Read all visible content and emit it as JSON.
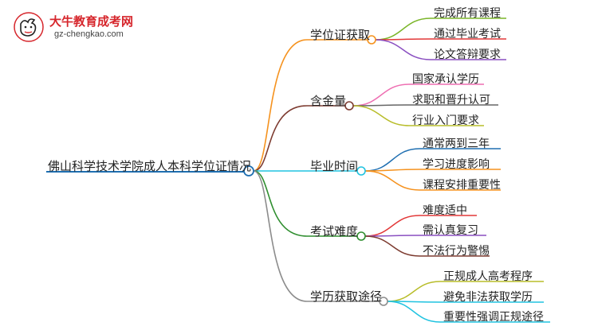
{
  "logo": {
    "name": "大牛教育成考网",
    "url": "gz-chengkao.com"
  },
  "root": {
    "label": "佛山科学技术学院成人本科学位证情况"
  },
  "branches": [
    {
      "label": "学位证获取",
      "color": "#f5921e",
      "children": [
        {
          "label": "完成所有课程",
          "color": "#7ab528"
        },
        {
          "label": "通过毕业考试",
          "color": "#e23838"
        },
        {
          "label": "论文答辩要求",
          "color": "#8a4fc1"
        }
      ]
    },
    {
      "label": "含金量",
      "color": "#7d3b30",
      "children": [
        {
          "label": "国家承认学历",
          "color": "#ee6fb2"
        },
        {
          "label": "求职和晋升认可",
          "color": "#666666"
        },
        {
          "label": "行业入门要求",
          "color": "#b8bd2a"
        }
      ]
    },
    {
      "label": "毕业时间",
      "color": "#20c3e0",
      "children": [
        {
          "label": "通常两到三年",
          "color": "#1f6fb1"
        },
        {
          "label": "学习进度影响",
          "color": "#f5921e"
        },
        {
          "label": "课程安排重要性",
          "color": "#f5921e"
        }
      ]
    },
    {
      "label": "考试难度",
      "color": "#2f8e2f",
      "children": [
        {
          "label": "难度适中",
          "color": "#e23838"
        },
        {
          "label": "需认真复习",
          "color": "#8a4fc1"
        },
        {
          "label": "不法行为警惕",
          "color": "#7d3b30"
        }
      ]
    },
    {
      "label": "学历获取途径",
      "color": "#8c8c8c",
      "children": [
        {
          "label": "正规成人高考程序",
          "color": "#b8bd2a"
        },
        {
          "label": "避免非法获取学历",
          "color": "#20c3e0"
        },
        {
          "label": "重要性强调正规途径",
          "color": "#20c3e0"
        }
      ]
    }
  ]
}
